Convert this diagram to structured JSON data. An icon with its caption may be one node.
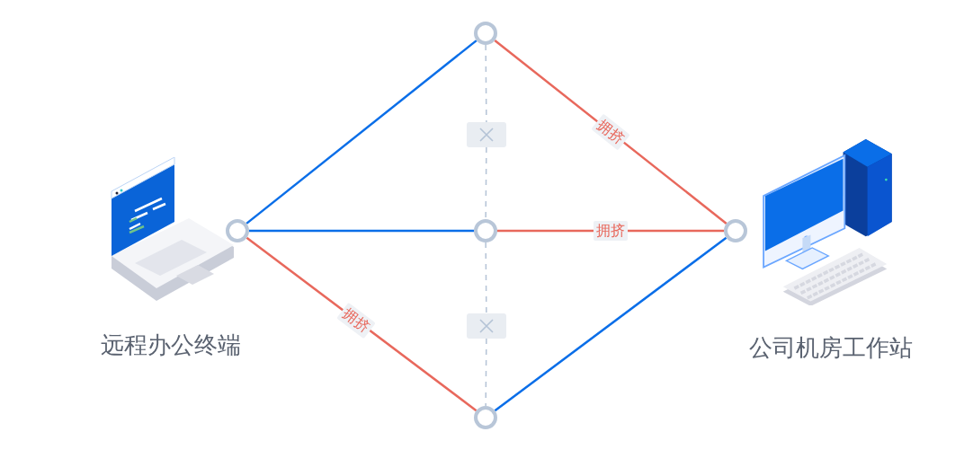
{
  "diagram": {
    "nodes": [
      {
        "text": [
          "远程办公终端"
        ]
      },
      {
        "text": [],
        "shape": "circle"
      },
      {
        "text": [],
        "shape": "circle"
      },
      {
        "text": [],
        "shape": "box"
      },
      {
        "text": [],
        "shape": "circle"
      },
      {
        "text": [],
        "shape": "circle"
      },
      {
        "text": [],
        "shape": "box"
      },
      {
        "text": [],
        "shape": "circle"
      },
      {
        "text": [
          "公司机房工作站"
        ]
      }
    ],
    "edges": [
      {
        "from": 1,
        "to": 2,
        "arrow": "none",
        "color": "#0a6ee8"
      },
      {
        "from": 2,
        "to": 5,
        "arrow": "none",
        "label": "拥挤",
        "color": "#e8685c"
      },
      {
        "from": 1,
        "to": 4,
        "arrow": "none",
        "color": "#0a6ee8"
      },
      {
        "from": 4,
        "to": 5,
        "arrow": "none",
        "label": "拥挤",
        "color": "#e8685c"
      },
      {
        "from": 1,
        "to": 7,
        "arrow": "none",
        "label": "拥挤",
        "color": "#e8685c"
      },
      {
        "from": 7,
        "to": 5,
        "arrow": "none",
        "color": "#0a6ee8"
      },
      {
        "from": 2,
        "to": 3,
        "arrow": "none",
        "style": "dashed",
        "color": "#b4c3d6"
      },
      {
        "from": 3,
        "to": 4,
        "arrow": "none",
        "style": "dashed",
        "color": "#b4c3d6"
      },
      {
        "from": 4,
        "to": 6,
        "arrow": "none",
        "style": "dashed",
        "color": "#b4c3d6"
      },
      {
        "from": 6,
        "to": 7,
        "arrow": "none",
        "style": "dashed",
        "color": "#b4c3d6"
      }
    ]
  }
}
